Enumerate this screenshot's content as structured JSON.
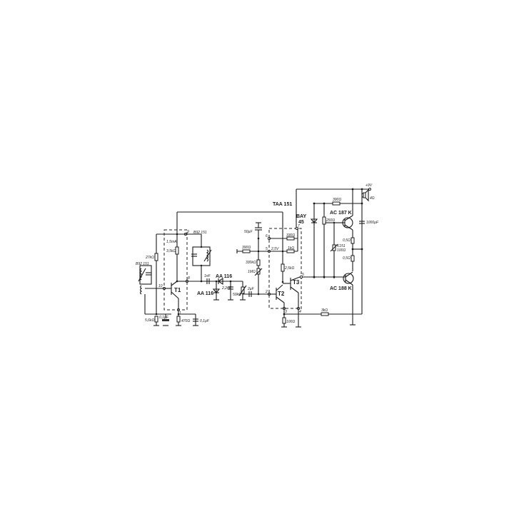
{
  "diagram": {
    "title": "TAA 151",
    "supply": "+9V",
    "ic_labels": {
      "T1": "T1",
      "T2": "T2",
      "T3": "T3"
    },
    "pins": {
      "p9": "9",
      "p8": "8",
      "p10": "10",
      "p1": "1",
      "p6": "6",
      "p5b": "5",
      "p7": "7",
      "p2": "2",
      "p3": "3",
      "p4": "4",
      "p5": "5"
    },
    "components": {
      "filter_left": "B92 151",
      "filter_mid": "B92 151",
      "r_27k": "27kΩ",
      "r_15ma": "1,5mA",
      "r_35k": "3,5kΩ",
      "r_56k": "5,6kΩ",
      "c_01_a": "0,1µF",
      "r_470": "470Ω",
      "c_01_b": "0,1µF",
      "c_1nf": "1nF",
      "d_aa116_a": "AA 116",
      "d_aa116_b": "AA 116",
      "c_22nf": "2,2nF",
      "pot_50k": "50kΩ",
      "c_2uf": "2µF",
      "c_50uf": "50µF",
      "r_390_left": "390Ω",
      "v_25": "2,5V",
      "r_330k": "330kΩ",
      "r_1m": "1MΩ",
      "r_330": "330Ω",
      "r_1k": "1kΩ",
      "r_25k": "2,5kΩ",
      "r_100": "100Ω",
      "d_bay45": "BAY\n45",
      "d_bay": "BAY",
      "d_45": "45",
      "r_390_top": "390Ω",
      "pot_250": "250Ω",
      "q_ac187k": "AC 187 K",
      "q_ac188k": "AC 188 K",
      "r_05a": "0,5Ω",
      "r_05b": "0,5Ω",
      "ntc": "K151",
      "ntc_val": "100Ω",
      "c_1000uf": "1000µF",
      "speaker": "4Ω",
      "r_3k": "3kΩ"
    }
  }
}
